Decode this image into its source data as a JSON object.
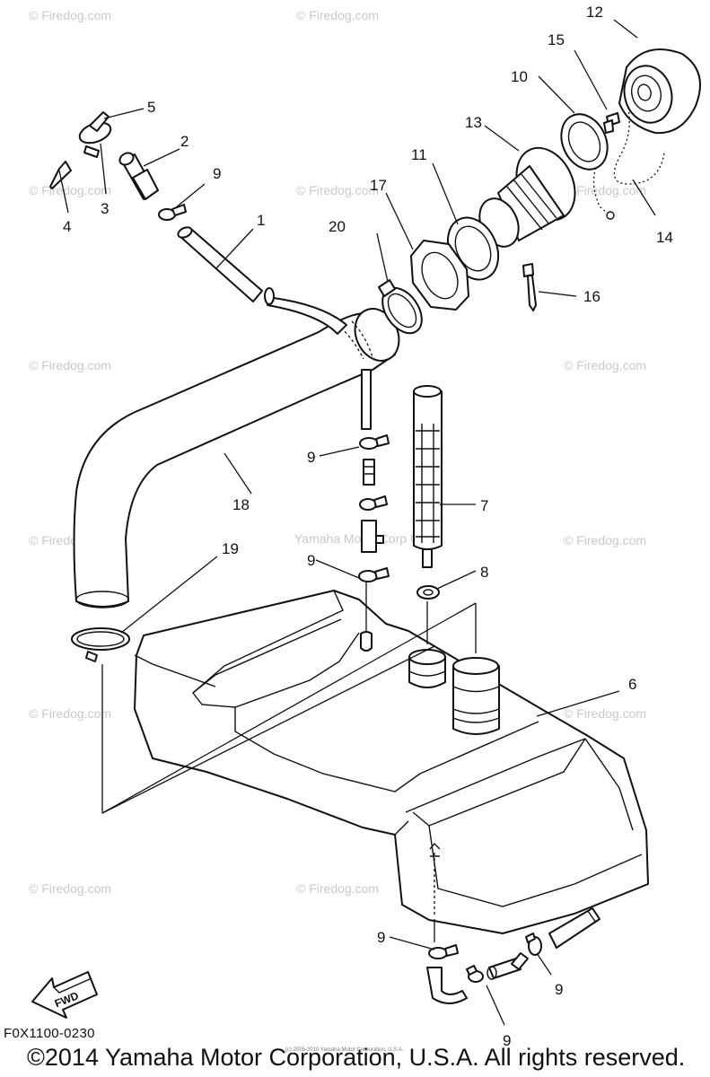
{
  "watermark": "© Firedog.com",
  "center_watermark": "Yamaha Motor Corp U.S.A.",
  "callouts": [
    "1",
    "2",
    "3",
    "4",
    "5",
    "6",
    "7",
    "8",
    "9",
    "10",
    "11",
    "12",
    "13",
    "14",
    "15",
    "16",
    "17",
    "18",
    "19",
    "20"
  ],
  "repeat_label": "9",
  "fwd_label": "FWD",
  "figure_code": "F0X1100-0230",
  "tiny_note": "(c) 2005-2010 Yamaha Motor Corporation, U.S.A.",
  "copyright": "©2014 Yamaha Motor Corporation, U.S.A. All rights reserved."
}
